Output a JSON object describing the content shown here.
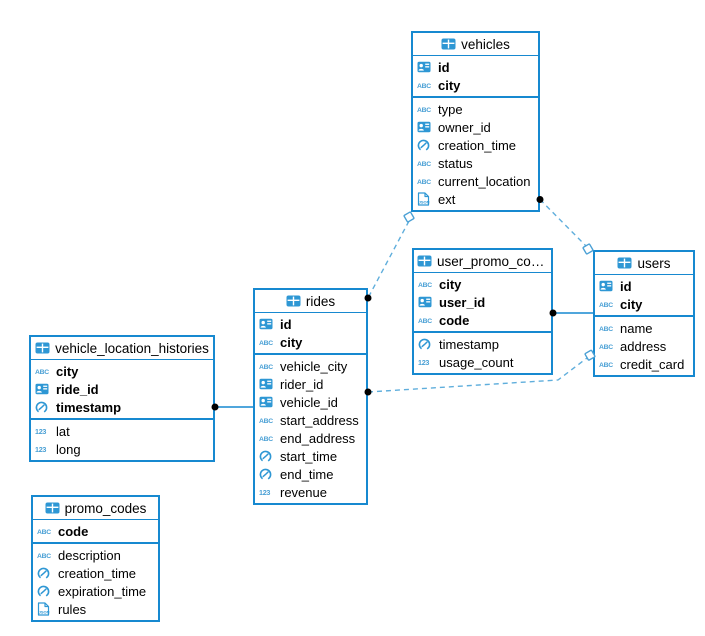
{
  "diagram": {
    "type": "entity-relationship-diagram",
    "colors": {
      "table_border": "#1789d0",
      "icon_blue": "#2e97d4",
      "type_icon_blue": "#4aa0d5",
      "dashed_line": "#5faedc",
      "solid_line": "#1789d0",
      "endpoint_dot": "#000000",
      "text": "#000000",
      "background": "#ffffff"
    },
    "tables": [
      {
        "name": "vehicles",
        "icon": "table-icon",
        "pk": [
          {
            "icon": "uuid-icon",
            "label": "id"
          },
          {
            "icon": "text-icon",
            "label": "city"
          }
        ],
        "columns": [
          {
            "icon": "text-icon",
            "label": "type"
          },
          {
            "icon": "uuid-icon",
            "label": "owner_id"
          },
          {
            "icon": "datetime-icon",
            "label": "creation_time"
          },
          {
            "icon": "text-icon",
            "label": "status"
          },
          {
            "icon": "text-icon",
            "label": "current_location"
          },
          {
            "icon": "json-icon",
            "label": "ext"
          }
        ]
      },
      {
        "name": "user_promo_codes",
        "icon": "table-icon",
        "pk": [
          {
            "icon": "text-icon",
            "label": "city"
          },
          {
            "icon": "uuid-icon",
            "label": "user_id"
          },
          {
            "icon": "text-icon",
            "label": "code"
          }
        ],
        "columns": [
          {
            "icon": "datetime-icon",
            "label": "timestamp"
          },
          {
            "icon": "numeric-icon",
            "label": "usage_count"
          }
        ]
      },
      {
        "name": "users",
        "icon": "table-icon",
        "pk": [
          {
            "icon": "uuid-icon",
            "label": "id"
          },
          {
            "icon": "text-icon",
            "label": "city"
          }
        ],
        "columns": [
          {
            "icon": "text-icon",
            "label": "name"
          },
          {
            "icon": "text-icon",
            "label": "address"
          },
          {
            "icon": "text-icon",
            "label": "credit_card"
          }
        ]
      },
      {
        "name": "rides",
        "icon": "table-icon",
        "pk": [
          {
            "icon": "uuid-icon",
            "label": "id"
          },
          {
            "icon": "text-icon",
            "label": "city"
          }
        ],
        "columns": [
          {
            "icon": "text-icon",
            "label": "vehicle_city"
          },
          {
            "icon": "uuid-icon",
            "label": "rider_id"
          },
          {
            "icon": "uuid-icon",
            "label": "vehicle_id"
          },
          {
            "icon": "text-icon",
            "label": "start_address"
          },
          {
            "icon": "text-icon",
            "label": "end_address"
          },
          {
            "icon": "datetime-icon",
            "label": "start_time"
          },
          {
            "icon": "datetime-icon",
            "label": "end_time"
          },
          {
            "icon": "numeric-icon",
            "label": "revenue"
          }
        ]
      },
      {
        "name": "vehicle_location_histories",
        "icon": "table-icon",
        "pk": [
          {
            "icon": "text-icon",
            "label": "city"
          },
          {
            "icon": "uuid-icon",
            "label": "ride_id"
          },
          {
            "icon": "datetime-icon",
            "label": "timestamp"
          }
        ],
        "columns": [
          {
            "icon": "numeric-icon",
            "label": "lat"
          },
          {
            "icon": "numeric-icon",
            "label": "long"
          }
        ]
      },
      {
        "name": "promo_codes",
        "icon": "table-icon",
        "pk": [
          {
            "icon": "text-icon",
            "label": "code"
          }
        ],
        "columns": [
          {
            "icon": "text-icon",
            "label": "description"
          },
          {
            "icon": "datetime-icon",
            "label": "creation_time"
          },
          {
            "icon": "datetime-icon",
            "label": "expiration_time"
          },
          {
            "icon": "json-icon",
            "label": "rules"
          }
        ]
      }
    ],
    "relationships": [
      {
        "from": "rides",
        "to": "vehicles",
        "style": "dashed",
        "from_marker": "dot",
        "to_marker": "diamond"
      },
      {
        "from": "vehicles",
        "to": "users",
        "style": "dashed",
        "from_marker": "dot",
        "to_marker": "diamond"
      },
      {
        "from": "rides",
        "to": "users",
        "style": "dashed",
        "from_marker": "dot",
        "to_marker": "diamond"
      },
      {
        "from": "user_promo_codes",
        "to": "users",
        "style": "solid",
        "from_marker": "dot",
        "to_marker": "none"
      },
      {
        "from": "vehicle_location_histories",
        "to": "rides",
        "style": "solid",
        "from_marker": "dot",
        "to_marker": "none"
      }
    ]
  }
}
